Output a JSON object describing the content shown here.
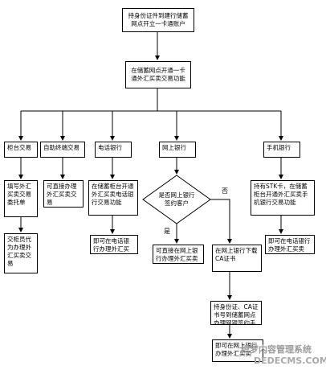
{
  "nodes": {
    "start": "持身份证件到建行储蓄网点开立一卡通账户",
    "open_service": "在储蓄网点开通一卡通外汇买卖交易功能",
    "counter": "柜台交易",
    "self_service": "自助终端交易",
    "phone_bank": "电话银行",
    "online_bank": "网上银行",
    "mobile_bank": "手机银行",
    "fill_form": "填写外汇买卖交易委托单",
    "teller": "交柜员代为办理外汇买卖交易",
    "direct_self": "可直接办理外汇买卖交易",
    "phone_open": "在储蓄柜台开通外汇买卖电话银行交易功能",
    "phone_done": "即可在电话银行办理外汇买卖",
    "signed_question": "是否网上银行签约客户",
    "yes": "是",
    "no": "否",
    "online_direct": "可直接在网上银行办理外汇买卖",
    "download_ca": "在网上银行下载CA证书",
    "sign_contract": "持身份证、CA证书号到储蓄网点办理网银签约手续",
    "online_done": "即可在网上银行办理外汇买卖",
    "mobile_open": "持有STK卡，在储蓄柜台开通外汇买卖手机银行交易功能",
    "mobile_done": "即可在电话银行办理外汇买卖"
  },
  "watermark": {
    "line1": "织梦内容管理系统",
    "line2": "DEDECMS.COM"
  }
}
